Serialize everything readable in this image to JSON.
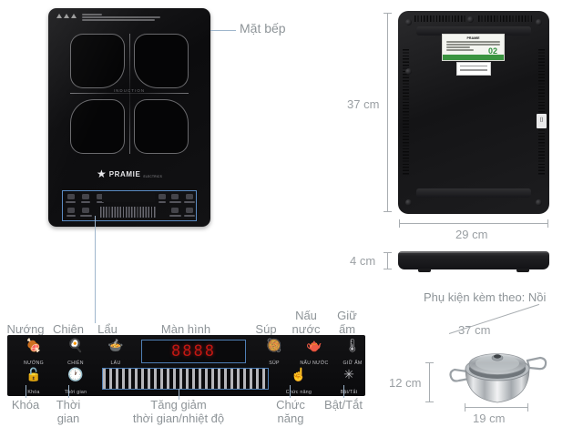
{
  "product": {
    "brand": "PRAMIE",
    "brand_sub": "ELECTRICS",
    "surface_word": "INDUCTION",
    "star_glyph": "★"
  },
  "callouts": {
    "cooktop_surface": "Mặt bếp",
    "accessory_note": "Phụ kiện kèm theo: Nồi"
  },
  "dimensions": {
    "body_height": "37 cm",
    "body_width": "29 cm",
    "body_thickness": "4 cm",
    "pot_width": "37 cm",
    "pot_height": "12 cm",
    "pot_base": "19 cm"
  },
  "panel": {
    "top_labels": [
      {
        "text": "Nướng"
      },
      {
        "text": "Chiên"
      },
      {
        "text": "Lẩu"
      },
      {
        "text": "Màn hình"
      },
      {
        "text": "Súp"
      },
      {
        "text": "Nấu\nnước"
      },
      {
        "text": "Giữ\nấm"
      }
    ],
    "top_labels_flat": {
      "nuong": "Nướng",
      "chien": "Chiên",
      "lau": "Lẩu",
      "man_hinh": "Màn hình",
      "sup": "Súp",
      "nau_nuoc_l1": "Nấu",
      "nau_nuoc_l2": "nước",
      "giu_am_l1": "Giữ",
      "giu_am_l2": "ấm"
    },
    "bottom_labels": {
      "khoa": "Khóa",
      "thoi_gian_l1": "Thời",
      "thoi_gian_l2": "gian",
      "tang_giam_l1": "Tăng giảm",
      "tang_giam_l2": "thời gian/nhiệt độ",
      "chuc_nang_l1": "Chức",
      "chuc_nang_l2": "năng",
      "bat_tat": "Bật/Tắt"
    },
    "buttons": [
      {
        "id": "nuong",
        "caption": "NƯỚNG",
        "icon": "grill-icon"
      },
      {
        "id": "chien",
        "caption": "CHIÊN",
        "icon": "frying-pan-icon"
      },
      {
        "id": "lau",
        "caption": "LẨU",
        "icon": "hotpot-icon"
      },
      {
        "id": "sup",
        "caption": "SÚP",
        "icon": "soup-pot-icon"
      },
      {
        "id": "nau-nuoc",
        "caption": "NẤU NƯỚC",
        "icon": "kettle-icon"
      },
      {
        "id": "giu-am",
        "caption": "GIỮ ẤM",
        "icon": "thermometer-icon"
      },
      {
        "id": "khoa",
        "caption": "Khóa",
        "icon": "padlock-icon"
      },
      {
        "id": "thoi-gian",
        "caption": "Thời gian",
        "icon": "clock-icon"
      },
      {
        "id": "chuc-nang",
        "caption": "Chức năng",
        "icon": "hand-pointer-icon"
      },
      {
        "id": "bat-tat",
        "caption": "Bật/Tắt",
        "icon": "power-star-icon"
      }
    ],
    "display_value": "8888"
  },
  "rear_label": {
    "brand": "PRAMIE",
    "code": "02"
  },
  "colors": {
    "callout_line": "#9fb6cc",
    "label_text": "#8e9498",
    "panel_highlight": "#5b8cc4",
    "display_red": "#c31712",
    "sticker_green": "#3a9440"
  }
}
